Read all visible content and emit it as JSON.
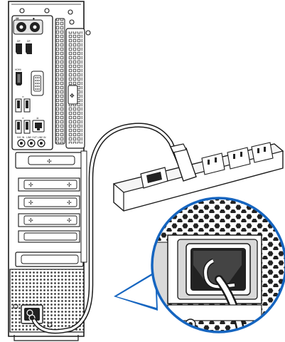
{
  "diagram": {
    "subject": "desktop PC rear panel with power cord connected to power strip",
    "components": [
      "PS/2 ports",
      "DisplayPort",
      "HDMI port",
      "VGA port",
      "USB ports",
      "LAN port",
      "audio jacks",
      "expansion slot covers",
      "ventilation grille",
      "power input",
      "power strip",
      "power plug",
      "power cord",
      "zoom inset"
    ],
    "audio_labels": [
      "MIC IN",
      "LINE OUT",
      "LINE IN"
    ]
  },
  "colors": {
    "stroke": "#1a1a1a",
    "case_fill": "#ffffff",
    "dark_fill": "#2a2a2a",
    "grille": "#444444",
    "inset_accent": "#1565c0",
    "inset_panel": "#d9d9d9"
  }
}
